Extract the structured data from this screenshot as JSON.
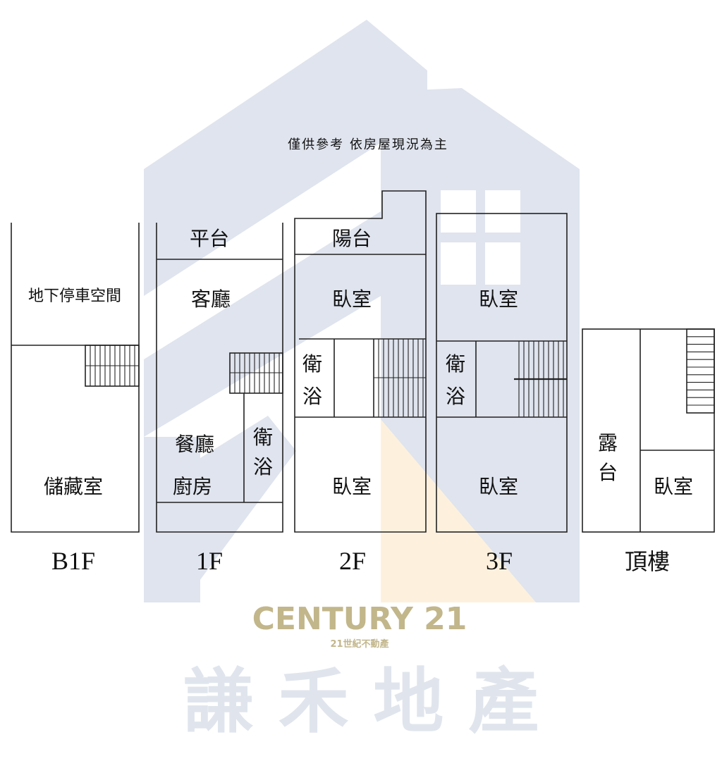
{
  "note": "僅供參考 依房屋現況為主",
  "colors": {
    "watermark_blue": "#dfe4ee",
    "watermark_orange": "#fdf1de",
    "century21_gold": "#c2b68b",
    "line": "#222222"
  },
  "watermark": {
    "brand": "CENTURY 21",
    "brand_sub": "21世紀不動產",
    "agency": "謙 禾 地 產"
  },
  "floors": [
    {
      "name": "B1F",
      "rooms": [
        "地下停車空間",
        "儲藏室"
      ]
    },
    {
      "name": "1F",
      "rooms": [
        "平台",
        "客廳",
        "餐廳",
        "廚房",
        "衛",
        "浴"
      ]
    },
    {
      "name": "2F",
      "rooms": [
        "陽台",
        "臥室",
        "衛",
        "浴",
        "臥室"
      ]
    },
    {
      "name": "3F",
      "rooms": [
        "臥室",
        "衛",
        "浴",
        "臥室"
      ]
    },
    {
      "name": "頂樓",
      "rooms": [
        "露",
        "台",
        "臥室"
      ]
    }
  ]
}
